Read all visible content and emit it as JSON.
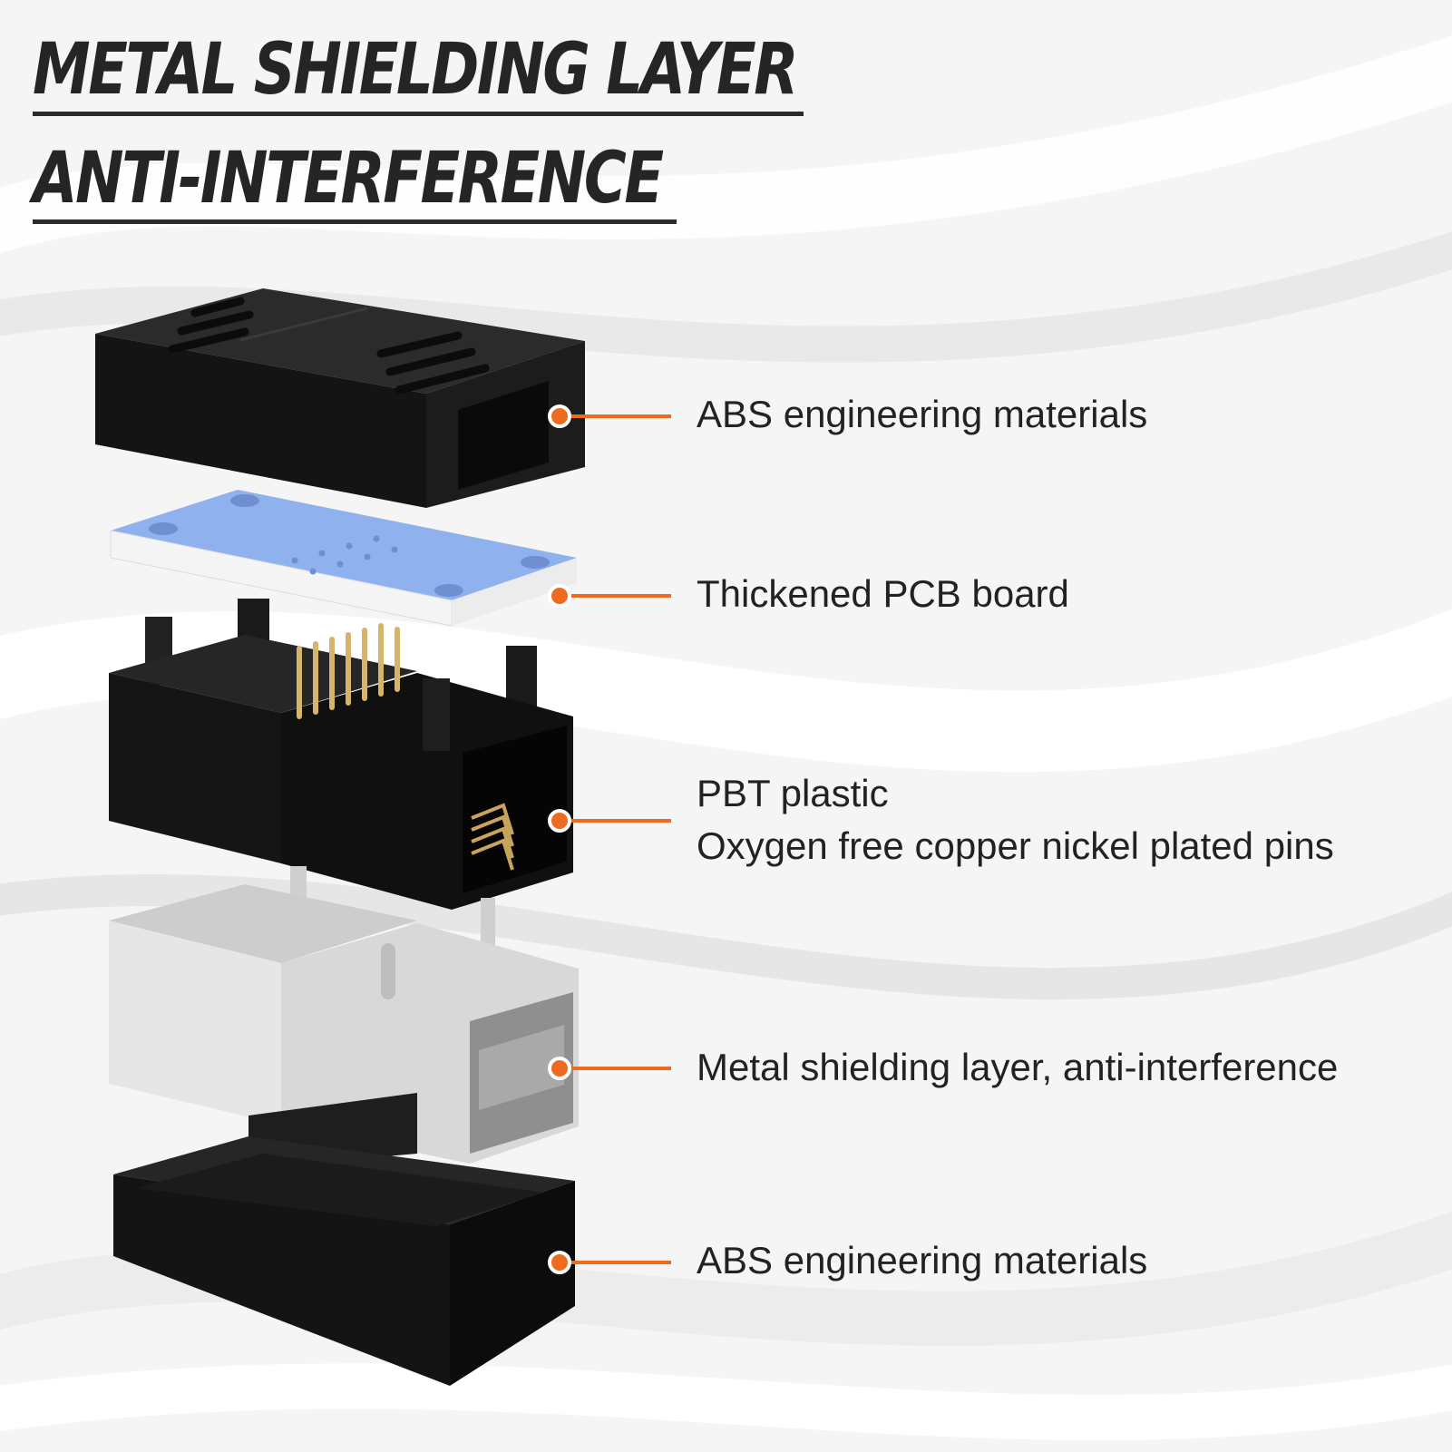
{
  "headline": {
    "line1": "METAL SHIELDING LAYER",
    "line2": "ANTI-INTERFERENCE"
  },
  "callouts": [
    {
      "label": "ABS engineering materials"
    },
    {
      "label": "Thickened PCB board"
    },
    {
      "label": "PBT plastic"
    },
    {
      "label": "Oxygen free copper nickel plated pins"
    },
    {
      "label": "Metal shielding layer, anti-interference"
    },
    {
      "label": "ABS engineering materials"
    }
  ],
  "colors": {
    "accent": "#ee6a1e",
    "headline": "#252525",
    "plastic": "#151515",
    "pcb": "#8fb1ee",
    "metal": "#d8d8d8"
  }
}
